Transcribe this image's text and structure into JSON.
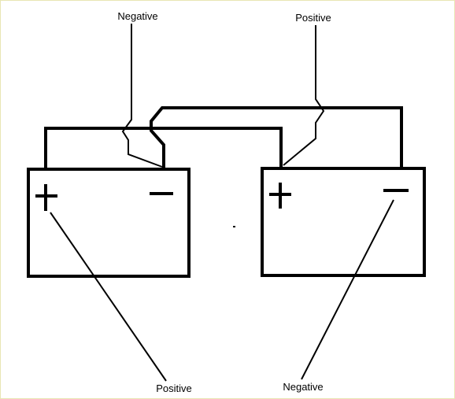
{
  "labels": {
    "top_left": "Negative",
    "top_right": "Positive",
    "bottom_left": "Positive",
    "bottom_right": "Negative"
  },
  "batteries": [
    {
      "positive_symbol": "+",
      "negative_symbol": "−"
    },
    {
      "positive_symbol": "+",
      "negative_symbol": "−"
    }
  ],
  "colors": {
    "stroke": "#000000",
    "background": "#ffffff",
    "frame": "#e8e6b4"
  }
}
